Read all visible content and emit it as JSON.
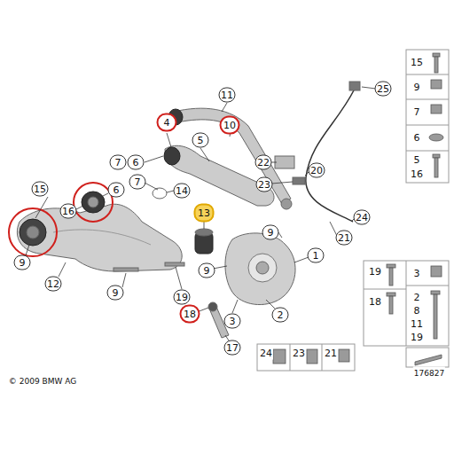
{
  "diagram": {
    "labels": [
      "11",
      "25",
      "4",
      "10",
      "22",
      "20",
      "23",
      "5",
      "7",
      "6",
      "15",
      "24",
      "7",
      "14",
      "6",
      "16",
      "13",
      "9",
      "21",
      "9",
      "1",
      "12",
      "9",
      "19",
      "9",
      "18",
      "3",
      "2",
      "17",
      "© 2009 BMW AG",
      "176827",
      "15",
      "9",
      "7",
      "6",
      "5",
      "16",
      "19",
      "3",
      "18",
      "2",
      "8",
      "11",
      "19",
      "24",
      "23",
      "21"
    ]
  }
}
